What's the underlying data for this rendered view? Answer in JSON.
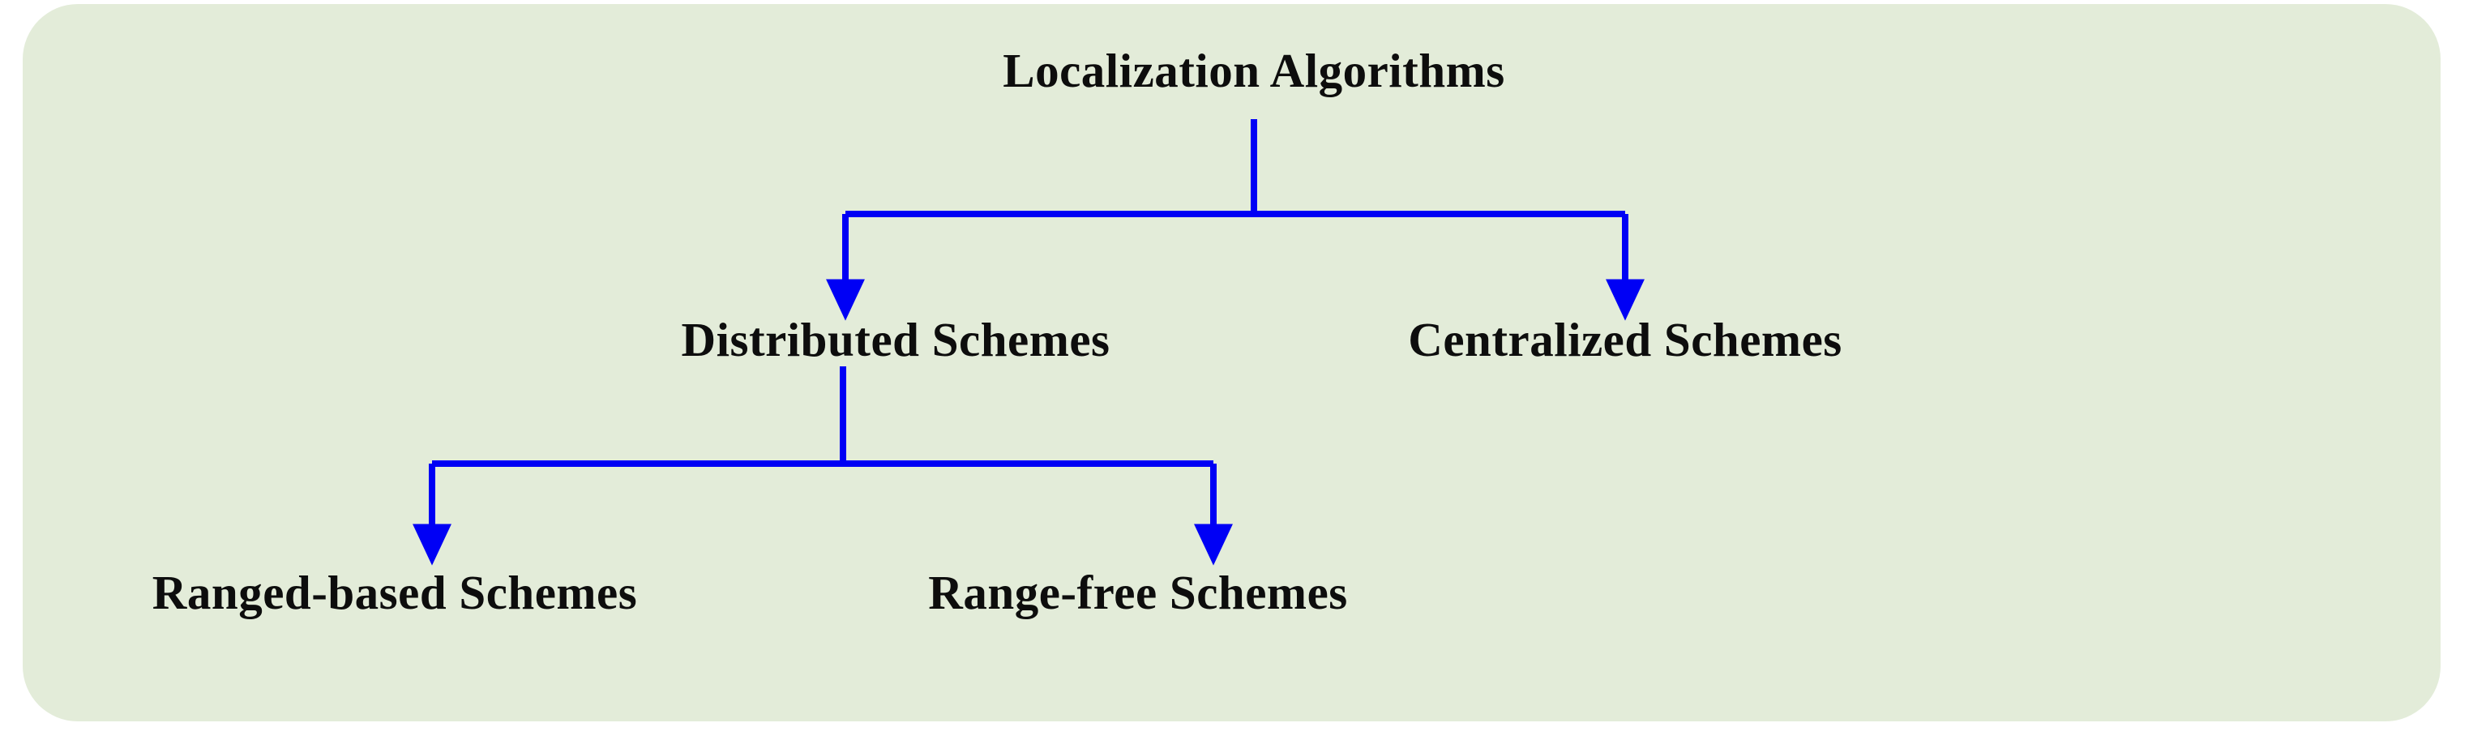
{
  "diagram": {
    "title_node": "Localization Algorithms",
    "panel_color": "#e3ecd9",
    "edge_color": "#0000f5",
    "text_color": "#0d0d0d",
    "nodes": [
      {
        "id": "root",
        "label": "Localization Algorithms",
        "level": 1
      },
      {
        "id": "distributed",
        "label": "Distributed Schemes",
        "level": 2
      },
      {
        "id": "centralized",
        "label": "Centralized Schemes",
        "level": 2
      },
      {
        "id": "ranged-based",
        "label": "Ranged-based Schemes",
        "level": 3
      },
      {
        "id": "range-free",
        "label": "Range-free Schemes",
        "level": 3
      }
    ],
    "edges": [
      {
        "from": "root",
        "to": "distributed"
      },
      {
        "from": "root",
        "to": "centralized"
      },
      {
        "from": "distributed",
        "to": "ranged-based"
      },
      {
        "from": "distributed",
        "to": "range-free"
      }
    ]
  }
}
